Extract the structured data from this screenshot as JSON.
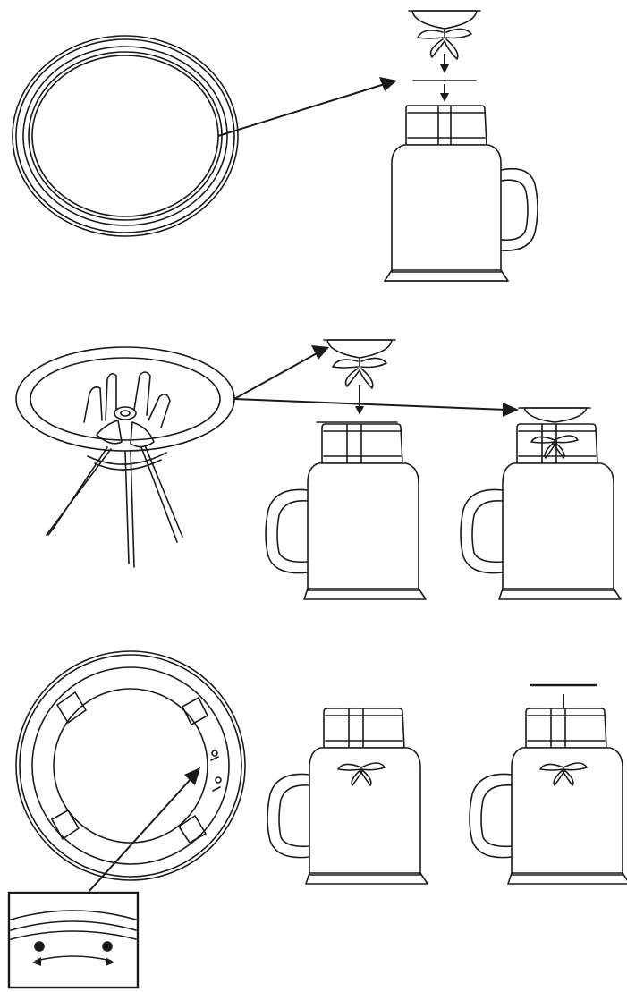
{
  "diagram": {
    "panels": [
      {
        "name": "step-1-seal-ring-to-blade",
        "elements": [
          "gasket-ring",
          "blade-assembly",
          "blender-jar"
        ]
      },
      {
        "name": "step-2-blade-into-jar",
        "elements": [
          "blade-assembly",
          "blender-jar",
          "blender-jar-assembled"
        ]
      },
      {
        "name": "step-3-lock-base",
        "elements": [
          "jar-base-ring",
          "lock-indicator-detail",
          "blender-jar-locked",
          "blender-jar-pressed"
        ]
      }
    ],
    "ink_color": "#1a1a1a",
    "background": "#ffffff"
  }
}
